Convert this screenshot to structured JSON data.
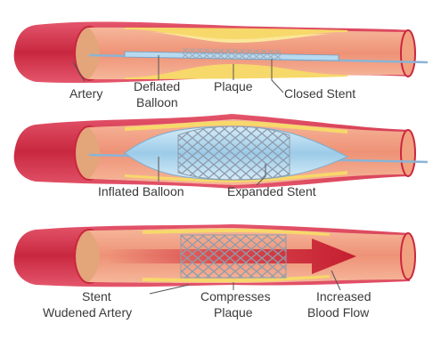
{
  "colors": {
    "artery_outer": "#d9344f",
    "artery_wall": "#e8a06a",
    "lumen": "#f1a080",
    "plaque": "#f7d86a",
    "balloon": "#b8daf0",
    "stent": "#9aa8b8",
    "arrow": "#d12a3a"
  },
  "panel1": {
    "label_artery": "Artery",
    "label_deflated_1": "Deflated",
    "label_deflated_2": "Balloon",
    "label_plaque": "Plaque",
    "label_closed_stent": "Closed Stent"
  },
  "panel2": {
    "label_inflated_balloon": "Inflated Balloon",
    "label_expanded_stent": "Expanded Stent"
  },
  "panel3": {
    "label_stent": "Stent",
    "label_widened_artery": "Wudened Artery",
    "label_compresses_1": "Compresses",
    "label_compresses_2": "Plaque",
    "label_increased_1": "Increased",
    "label_increased_2": "Blood Flow"
  }
}
